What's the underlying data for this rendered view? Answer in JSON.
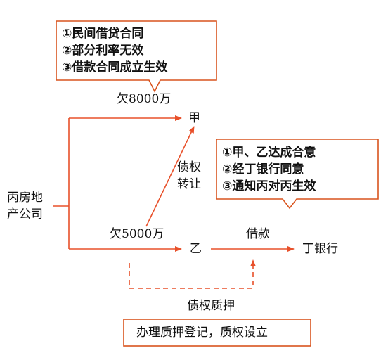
{
  "colors": {
    "arrow": "#e8502a",
    "box_border": "#d9541e",
    "text": "#111111"
  },
  "callout_top": {
    "lines": [
      "①民间借贷合同",
      "②部分利率无效",
      "③借款合同成立生效"
    ]
  },
  "callout_right": {
    "lines": [
      "①甲、乙达成合意",
      "②经丁银行同意",
      "③通知丙对丙生效"
    ]
  },
  "callout_bottom": {
    "text": "办理质押登记，质权设立"
  },
  "nodes": {
    "company_line1": "丙房地",
    "company_line2": "产公司",
    "jia": "甲",
    "yi": "乙",
    "ding_bank": "丁银行"
  },
  "edge_labels": {
    "owe_8000": "欠8000万",
    "owe_5000": "欠5000万",
    "transfer_line1": "债权",
    "transfer_line2": "转让",
    "loan": "借款",
    "pledge": "债权质押"
  }
}
